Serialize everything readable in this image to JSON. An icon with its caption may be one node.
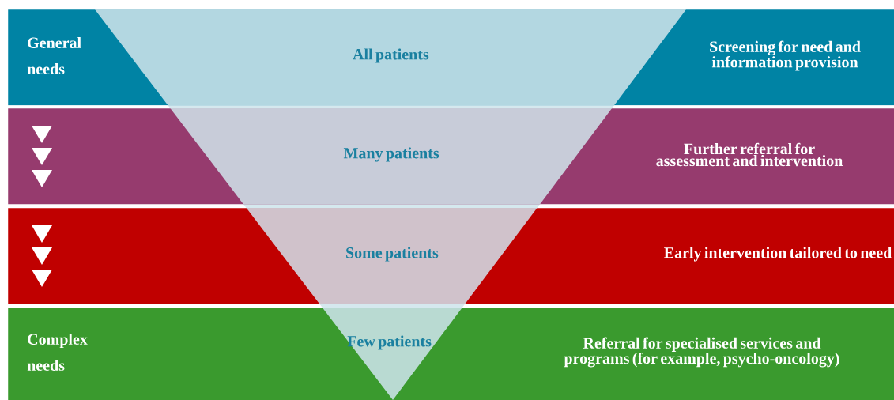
{
  "diagram": {
    "nodes": [
      {
        "text": [
          "General needs",
          "All patients",
          "Screening for need and information provision"
        ]
      },
      {
        "text": [
          "Many patients",
          "Further referral for assessment and intervention"
        ]
      },
      {
        "text": [
          "Some patients",
          "Early intervention tailored to need"
        ]
      },
      {
        "text": [
          "Complex needs",
          "Few patients",
          "Referral for specialised services and programs (for example, psycho-oncology)"
        ]
      }
    ]
  }
}
